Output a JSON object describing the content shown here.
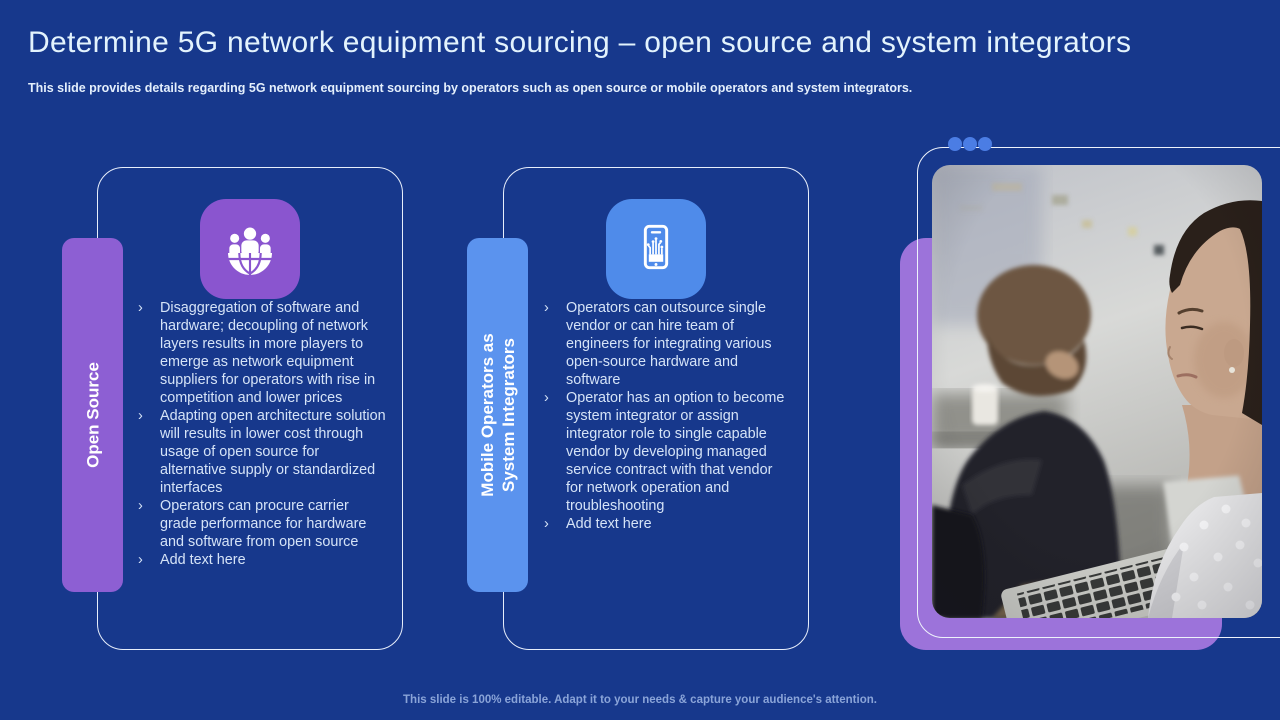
{
  "slide": {
    "title": "Determine 5G network equipment sourcing – open source and system integrators",
    "subtitle": "This slide provides details regarding 5G network equipment sourcing by operators such as open source or mobile operators and system integrators.",
    "footer": "This slide is 100% editable. Adapt it to your needs & capture your audience's attention."
  },
  "ui": {
    "bullet_marker": "›"
  },
  "colors": {
    "background": "#17388c",
    "accent_purple": "#8d5fd3",
    "accent_purple_icon": "#8a55cf",
    "accent_blue": "#5b93ee",
    "accent_blue_icon": "#4f8bea",
    "dot_blue": "#4b7de4",
    "card_border": "#e7eefb",
    "body_text": "#d5e3f7"
  },
  "cards": [
    {
      "label": "Open Source",
      "icon": "team-globe-icon",
      "bullets": [
        "Disaggregation of software and hardware; decoupling of network layers results in more players to emerge as network equipment suppliers for operators with rise in competition and lower prices",
        "Adapting open architecture solution will results in lower cost through usage of open source for alternative supply or standardized interfaces",
        "Operators can procure carrier grade performance for hardware and software from open source",
        "Add text here"
      ]
    },
    {
      "label": "Mobile Operators as System Integrators",
      "icon": "smartphone-circuit-icon",
      "bullets": [
        "Operators can outsource single vendor or can hire team of engineers for integrating various open-source hardware and software",
        "Operator has an option to become system integrator or assign integrator role to single capable vendor by developing managed service contract with that vendor for network operation and troubleshooting",
        "Add text here"
      ]
    }
  ]
}
